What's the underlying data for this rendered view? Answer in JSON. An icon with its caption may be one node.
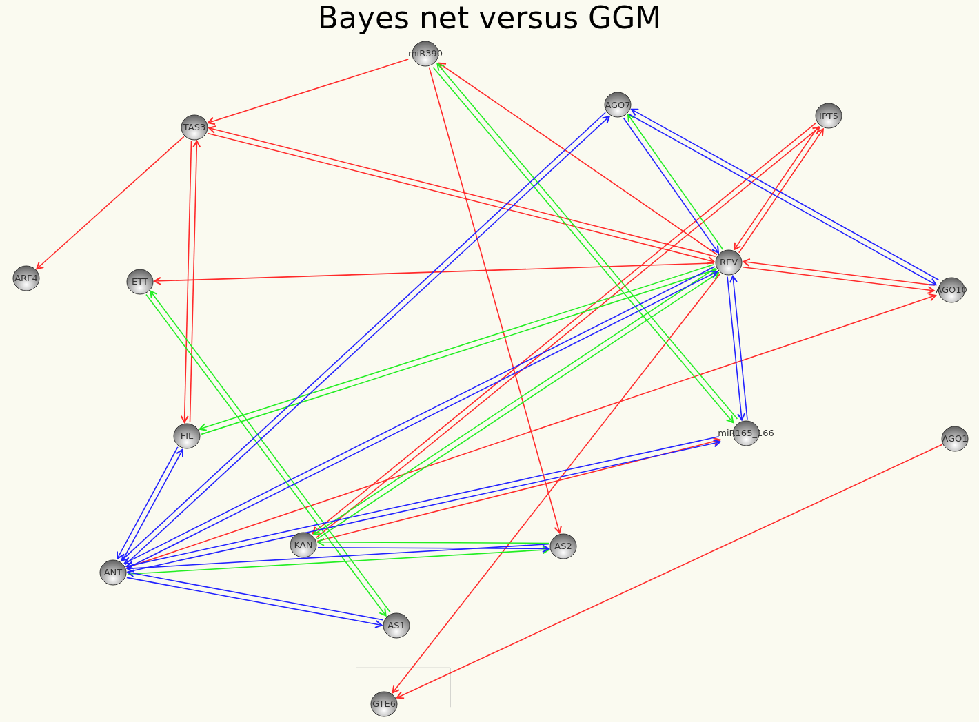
{
  "diagram": {
    "title": "Bayes net versus GGM",
    "nodes": [
      {
        "text": [
          "miR390"
        ]
      },
      {
        "text": [
          "AGO7"
        ]
      },
      {
        "text": [
          "IPT5"
        ]
      },
      {
        "text": [
          "TAS3"
        ]
      },
      {
        "text": [
          "ARF4"
        ]
      },
      {
        "text": [
          "ETT"
        ]
      },
      {
        "text": [
          "REV"
        ]
      },
      {
        "text": [
          "AGO10"
        ]
      },
      {
        "text": [
          "FIL"
        ]
      },
      {
        "text": [
          "miR165_166"
        ]
      },
      {
        "text": [
          "AGO1"
        ]
      },
      {
        "text": [
          "KAN"
        ]
      },
      {
        "text": [
          "AS2"
        ]
      },
      {
        "text": [
          "ANT"
        ]
      },
      {
        "text": [
          "AS1"
        ]
      },
      {
        "text": [
          "GTE6"
        ]
      }
    ],
    "edges": [
      {
        "from": 0,
        "to": 3,
        "arrow": "to",
        "color": "#ff2a2a"
      },
      {
        "from": 3,
        "to": 4,
        "arrow": "to",
        "color": "#ff2a2a"
      },
      {
        "from": 3,
        "to": 8,
        "arrow": "to",
        "color": "#ff2a2a"
      },
      {
        "from": 8,
        "to": 3,
        "arrow": "to",
        "color": "#ff2a2a"
      },
      {
        "from": 6,
        "to": 3,
        "arrow": "to",
        "color": "#ff2a2a"
      },
      {
        "from": 3,
        "to": 6,
        "arrow": "to",
        "color": "#ff2a2a"
      },
      {
        "from": 6,
        "to": 0,
        "arrow": "to",
        "color": "#ff2a2a"
      },
      {
        "from": 0,
        "to": 12,
        "arrow": "to",
        "color": "#ff2a2a"
      },
      {
        "from": 2,
        "to": 6,
        "arrow": "to",
        "color": "#ff2a2a"
      },
      {
        "from": 6,
        "to": 2,
        "arrow": "to",
        "color": "#ff2a2a"
      },
      {
        "from": 2,
        "to": 11,
        "arrow": "to",
        "color": "#ff2a2a"
      },
      {
        "from": 11,
        "to": 2,
        "arrow": "to",
        "color": "#ff2a2a"
      },
      {
        "from": 7,
        "to": 6,
        "arrow": "to",
        "color": "#ff2a2a"
      },
      {
        "from": 6,
        "to": 7,
        "arrow": "to",
        "color": "#ff2a2a"
      },
      {
        "from": 13,
        "to": 7,
        "arrow": "to",
        "color": "#ff2a2a"
      },
      {
        "from": 6,
        "to": 15,
        "arrow": "to",
        "color": "#ff2a2a"
      },
      {
        "from": 10,
        "to": 15,
        "arrow": "to",
        "color": "#ff2a2a"
      },
      {
        "from": 11,
        "to": 9,
        "arrow": "to",
        "color": "#ff2a2a"
      },
      {
        "from": 6,
        "to": 5,
        "arrow": "to",
        "color": "#ff2a2a"
      },
      {
        "from": 0,
        "to": 9,
        "arrow": "to",
        "color": "#22ee22"
      },
      {
        "from": 9,
        "to": 0,
        "arrow": "to",
        "color": "#22ee22"
      },
      {
        "from": 6,
        "to": 1,
        "arrow": "to",
        "color": "#22ee22"
      },
      {
        "from": 6,
        "to": 8,
        "arrow": "to",
        "color": "#22ee22"
      },
      {
        "from": 8,
        "to": 6,
        "arrow": "to",
        "color": "#22ee22"
      },
      {
        "from": 6,
        "to": 11,
        "arrow": "to",
        "color": "#22ee22"
      },
      {
        "from": 11,
        "to": 6,
        "arrow": "to",
        "color": "#22ee22"
      },
      {
        "from": 5,
        "to": 14,
        "arrow": "to",
        "color": "#22ee22"
      },
      {
        "from": 14,
        "to": 5,
        "arrow": "to",
        "color": "#22ee22"
      },
      {
        "from": 13,
        "to": 12,
        "arrow": "to",
        "color": "#22ee22"
      },
      {
        "from": 12,
        "to": 11,
        "arrow": "to",
        "color": "#22ee22"
      },
      {
        "from": 1,
        "to": 13,
        "arrow": "to",
        "color": "#2222ff"
      },
      {
        "from": 13,
        "to": 1,
        "arrow": "to",
        "color": "#2222ff"
      },
      {
        "from": 1,
        "to": 6,
        "arrow": "to",
        "color": "#2222ff"
      },
      {
        "from": 1,
        "to": 7,
        "arrow": "to",
        "color": "#2222ff"
      },
      {
        "from": 7,
        "to": 1,
        "arrow": "to",
        "color": "#2222ff"
      },
      {
        "from": 6,
        "to": 9,
        "arrow": "to",
        "color": "#2222ff"
      },
      {
        "from": 9,
        "to": 6,
        "arrow": "to",
        "color": "#2222ff"
      },
      {
        "from": 6,
        "to": 13,
        "arrow": "to",
        "color": "#2222ff"
      },
      {
        "from": 13,
        "to": 6,
        "arrow": "to",
        "color": "#2222ff"
      },
      {
        "from": 8,
        "to": 13,
        "arrow": "to",
        "color": "#2222ff"
      },
      {
        "from": 13,
        "to": 8,
        "arrow": "to",
        "color": "#2222ff"
      },
      {
        "from": 13,
        "to": 9,
        "arrow": "to",
        "color": "#2222ff"
      },
      {
        "from": 9,
        "to": 13,
        "arrow": "to",
        "color": "#2222ff"
      },
      {
        "from": 11,
        "to": 12,
        "arrow": "to",
        "color": "#2222ff"
      },
      {
        "from": 12,
        "to": 13,
        "arrow": "to",
        "color": "#2222ff"
      },
      {
        "from": 13,
        "to": 14,
        "arrow": "to",
        "color": "#2222ff"
      },
      {
        "from": 14,
        "to": 13,
        "arrow": "to",
        "color": "#2222ff"
      }
    ]
  }
}
